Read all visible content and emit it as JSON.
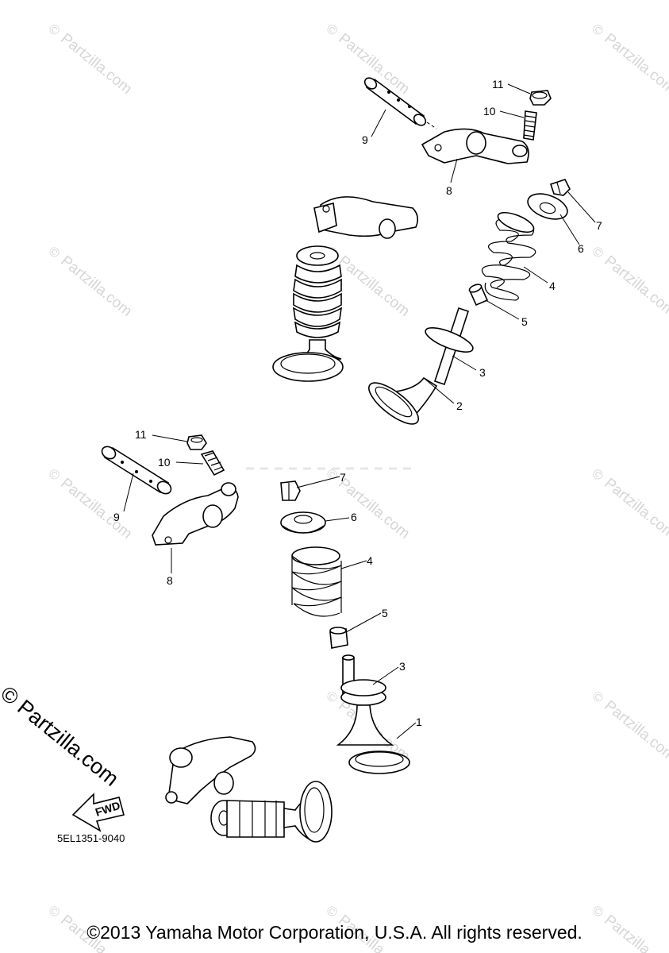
{
  "watermark": {
    "text": "Partzilla.com",
    "symbol": "©"
  },
  "brand_mark": "© Partzilla.com",
  "diagram_code": "5EL1351-9040",
  "fwd_label": "FWD",
  "copyright": "©2013 Yamaha Motor Corporation, U.S.A. All rights reserved.",
  "callouts": {
    "upper": [
      "11",
      "10",
      "9",
      "8",
      "7",
      "6",
      "4",
      "5",
      "3",
      "2"
    ],
    "lower": [
      "11",
      "10",
      "7",
      "9",
      "6",
      "8",
      "4",
      "5",
      "3",
      "1"
    ]
  }
}
